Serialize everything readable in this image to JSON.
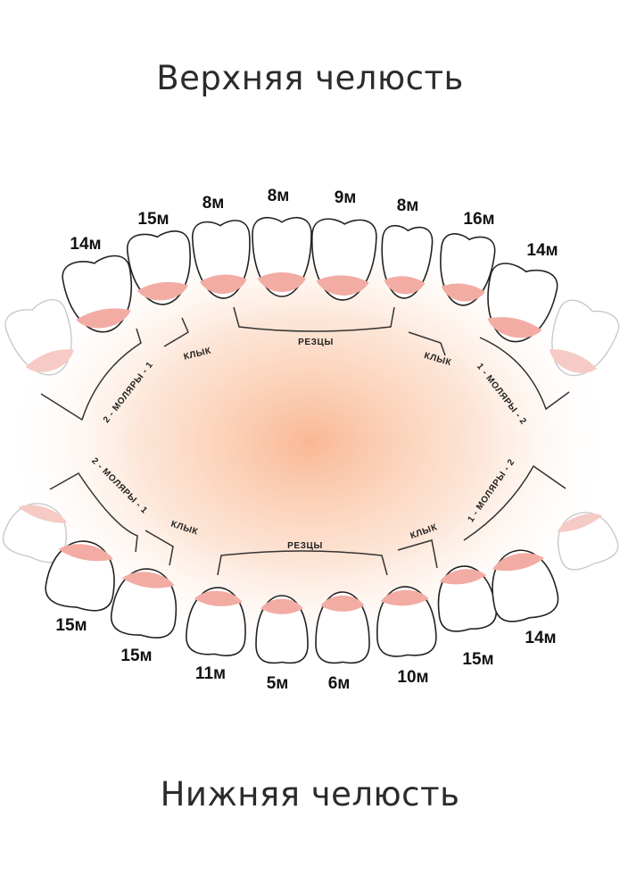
{
  "titles": {
    "upper": "Верхняя челюсть",
    "lower": "Нижняя челюсть"
  },
  "colors": {
    "gum": "#f2aca3",
    "gum_faded": "#f6cbc5",
    "glow": "#f9b48e",
    "outline": "#222222"
  },
  "upper_teeth": [
    {
      "age": "14м"
    },
    {
      "age": "15м"
    },
    {
      "age": "8м"
    },
    {
      "age": "8м"
    },
    {
      "age": "9м"
    },
    {
      "age": "8м"
    },
    {
      "age": "16м"
    },
    {
      "age": "14м"
    }
  ],
  "lower_teeth": [
    {
      "age": "15м"
    },
    {
      "age": "15м"
    },
    {
      "age": "11м"
    },
    {
      "age": "5м"
    },
    {
      "age": "6м"
    },
    {
      "age": "10м"
    },
    {
      "age": "15м"
    },
    {
      "age": "14м"
    }
  ],
  "groups": {
    "upper_incisors": "РЕЗЦЫ",
    "upper_canine_left": "КЛЫК",
    "upper_canine_right": "КЛЫК",
    "upper_molars_left": "2 - МОЛЯРЫ - 1",
    "upper_molars_right": "1 - МОЛЯРЫ - 2",
    "lower_incisors": "РЕЗЦЫ",
    "lower_canine_left": "КЛЫК",
    "lower_canine_right": "КЛЫК",
    "lower_molars_left": "2 - МОЛЯРЫ - 1",
    "lower_molars_right": "1 - МОЛЯРЫ - 2"
  }
}
